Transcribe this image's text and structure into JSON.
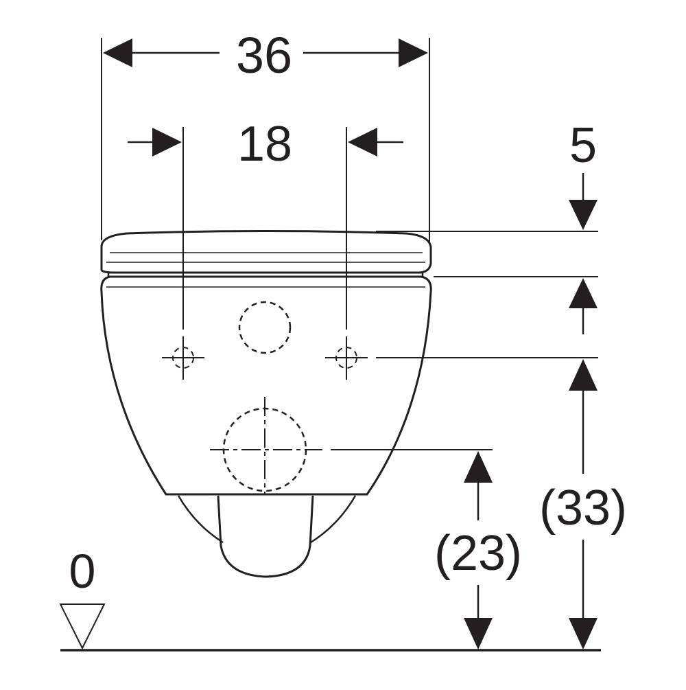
{
  "diagram": {
    "dimensions": {
      "total_width": "36",
      "fixing_spacing": "18",
      "seat_thickness": "5",
      "drain_height": "(23)",
      "fixing_height": "(33)",
      "floor_level": "0"
    },
    "colors": {
      "stroke": "#231f20",
      "background": "#ffffff"
    },
    "icons": {
      "floor_level_marker": "triangle-down-icon",
      "fixing_point": "crosshair-circle-icon"
    }
  }
}
